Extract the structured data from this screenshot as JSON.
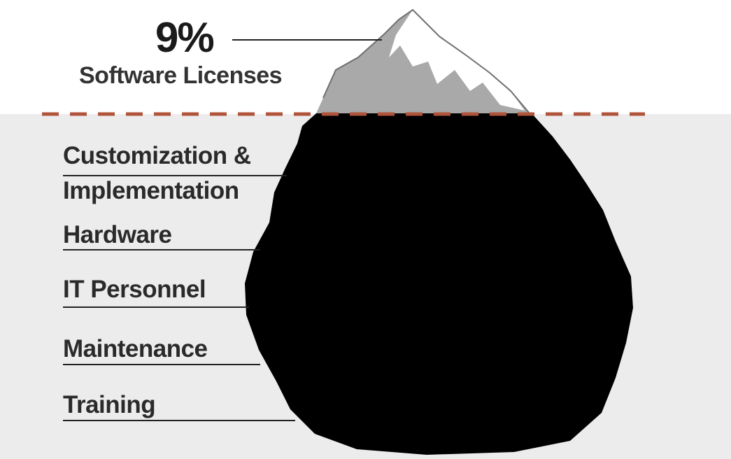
{
  "tip": {
    "percent": "9%",
    "label": "Software Licenses"
  },
  "hidden_costs": [
    "Customization &",
    "Implementation",
    "Hardware",
    "IT Personnel",
    "Maintenance",
    "Training"
  ],
  "colors": {
    "water": "#ececec",
    "tip_shadow": "#a9a9a9",
    "tip_snow": "#ffffff",
    "submerged": "#000000",
    "waterline": "#b0553c",
    "leader_line": "#222222"
  }
}
